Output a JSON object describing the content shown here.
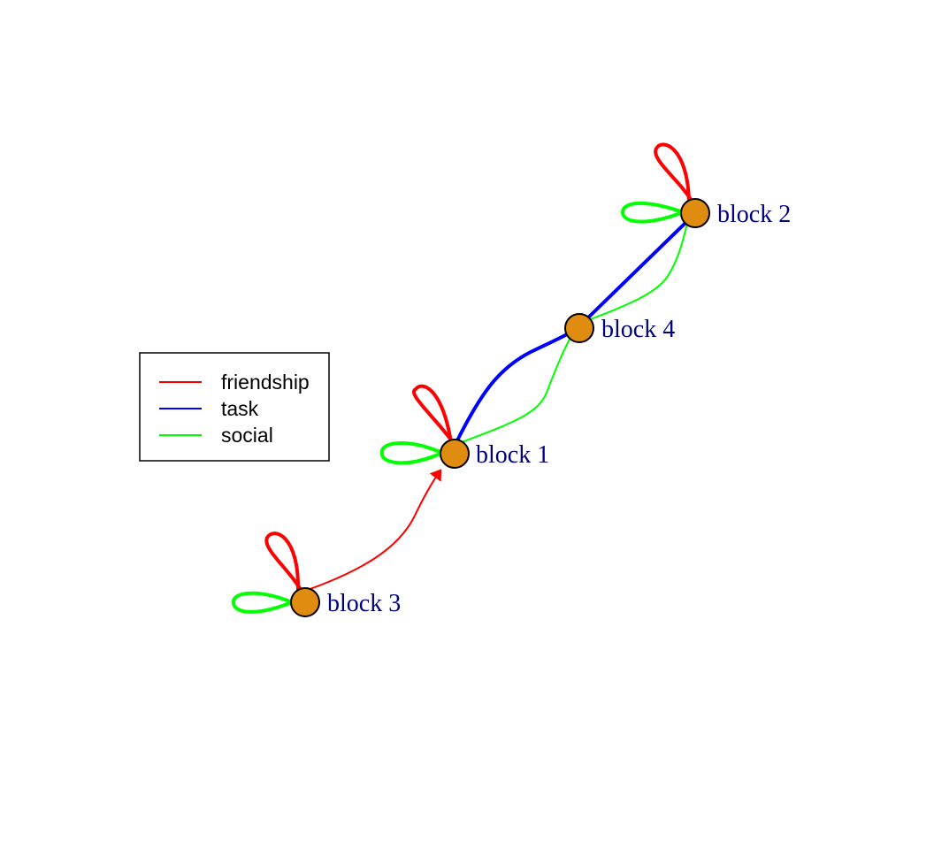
{
  "colors": {
    "friendship": "#ff0000",
    "task": "#0000ff",
    "social": "#00ff00",
    "node_fill": "#e08c10",
    "node_stroke": "#000000",
    "label": "#000080"
  },
  "legend": {
    "items": [
      {
        "label": "friendship",
        "color": "#ff0000"
      },
      {
        "label": "task",
        "color": "#0000ff"
      },
      {
        "label": "social",
        "color": "#00ff00"
      }
    ]
  },
  "nodes": [
    {
      "id": "block-1",
      "label": "block 1"
    },
    {
      "id": "block-2",
      "label": "block 2"
    },
    {
      "id": "block-3",
      "label": "block 3"
    },
    {
      "id": "block-4",
      "label": "block 4"
    }
  ],
  "edges": [
    {
      "from": "block 3",
      "to": "block 1",
      "relation": "friendship",
      "directed": true
    },
    {
      "from": "block 1",
      "to": "block 4",
      "relation": "task",
      "directed": false
    },
    {
      "from": "block 4",
      "to": "block 2",
      "relation": "task",
      "directed": false
    },
    {
      "from": "block 1",
      "to": "block 4",
      "relation": "social",
      "directed": false
    },
    {
      "from": "block 4",
      "to": "block 2",
      "relation": "social",
      "directed": false
    },
    {
      "from": "block 1",
      "to": "block 1",
      "relation": "friendship",
      "directed": false
    },
    {
      "from": "block 1",
      "to": "block 1",
      "relation": "social",
      "directed": false
    },
    {
      "from": "block 2",
      "to": "block 2",
      "relation": "friendship",
      "directed": false
    },
    {
      "from": "block 2",
      "to": "block 2",
      "relation": "social",
      "directed": false
    },
    {
      "from": "block 3",
      "to": "block 3",
      "relation": "friendship",
      "directed": false
    },
    {
      "from": "block 3",
      "to": "block 3",
      "relation": "social",
      "directed": false
    }
  ]
}
